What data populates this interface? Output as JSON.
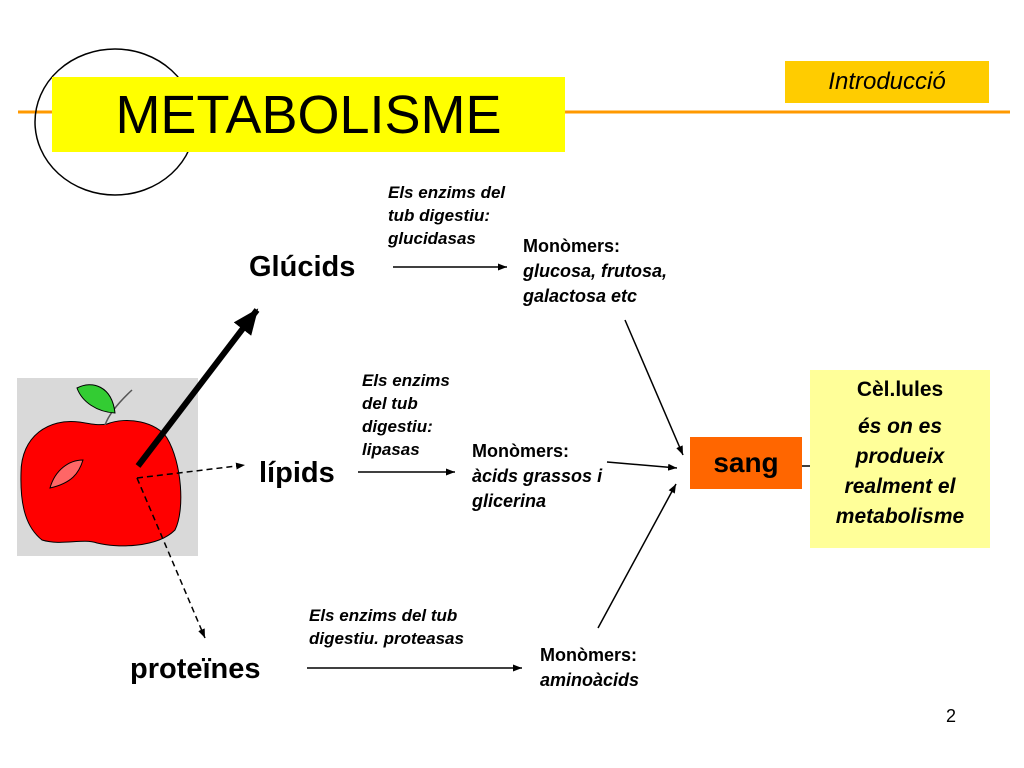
{
  "slide": {
    "title": "METABOLISME",
    "section": "Introducció",
    "page_number": "2"
  },
  "nutrients": {
    "glucids": "Glúcids",
    "lipids": "lípids",
    "proteins": "proteïnes"
  },
  "enzymes": {
    "glucids": [
      "Els enzims del",
      "tub digestiu:",
      "glucidasas"
    ],
    "lipids": [
      "Els enzims",
      "del tub",
      "digestiu:",
      "lipasas"
    ],
    "proteins": [
      "Els enzims del tub",
      "digestiu. proteasas"
    ]
  },
  "monomers": {
    "glucids": {
      "label": "Monòmers:",
      "lines": [
        "glucosa, frutosa,",
        "galactosa etc"
      ]
    },
    "lipids": {
      "label": "Monòmers:",
      "lines": [
        "àcids grassos i",
        "glicerina"
      ]
    },
    "proteins": {
      "label": "Monòmers:",
      "lines": [
        "aminoàcids"
      ]
    }
  },
  "blood": "sang",
  "cells": {
    "title": "Cèl.lules",
    "lines": [
      "és on es",
      "produeix",
      "realment el",
      "metabolisme"
    ]
  },
  "colors": {
    "title_bg": "#ffff00",
    "section_bg": "#ffcc00",
    "accent_line": "#ff9900",
    "blood_bg": "#ff6600",
    "cells_bg": "#ffff99",
    "apple": "#ff0000",
    "leaf": "#33cc33",
    "apple_bg": "#d9d9d9"
  },
  "icons": {
    "apple": "apple-icon",
    "leaf": "leaf-icon"
  }
}
